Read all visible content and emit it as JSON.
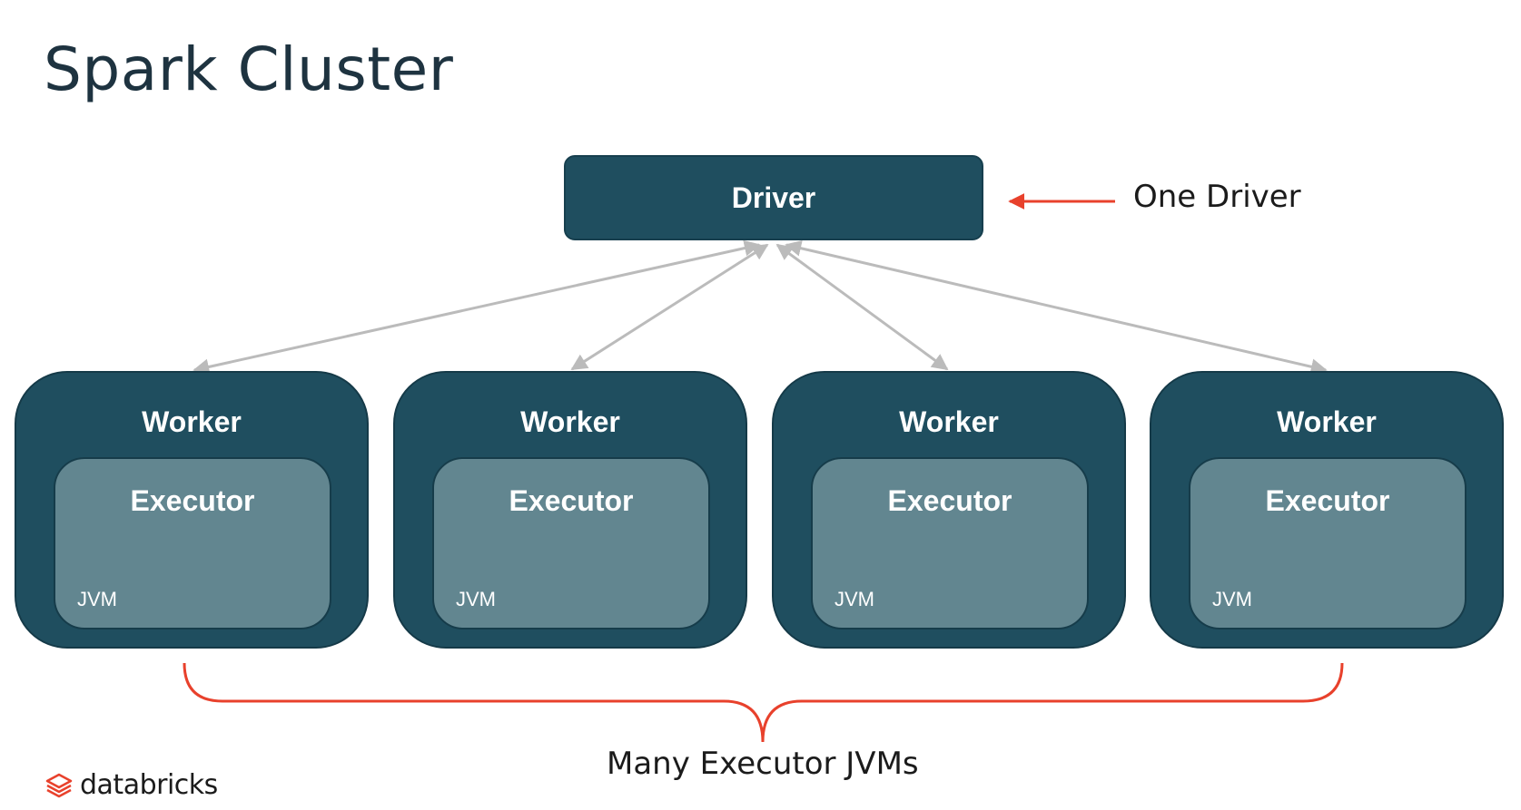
{
  "title": "Spark Cluster",
  "driver": {
    "label": "Driver"
  },
  "annotations": {
    "driver_note": "One Driver",
    "executors_note": "Many Executor JVMs"
  },
  "workers": [
    {
      "label": "Worker",
      "executor": "Executor",
      "jvm": "JVM"
    },
    {
      "label": "Worker",
      "executor": "Executor",
      "jvm": "JVM"
    },
    {
      "label": "Worker",
      "executor": "Executor",
      "jvm": "JVM"
    },
    {
      "label": "Worker",
      "executor": "Executor",
      "jvm": "JVM"
    }
  ],
  "logo": {
    "text": "databricks",
    "icon": "databricks-logo-icon"
  },
  "colors": {
    "node_dark": "#1f4e5f",
    "executor": "#628690",
    "connector": "#bbbbbb",
    "accent": "#e8412c",
    "text_dark": "#1e3340"
  }
}
